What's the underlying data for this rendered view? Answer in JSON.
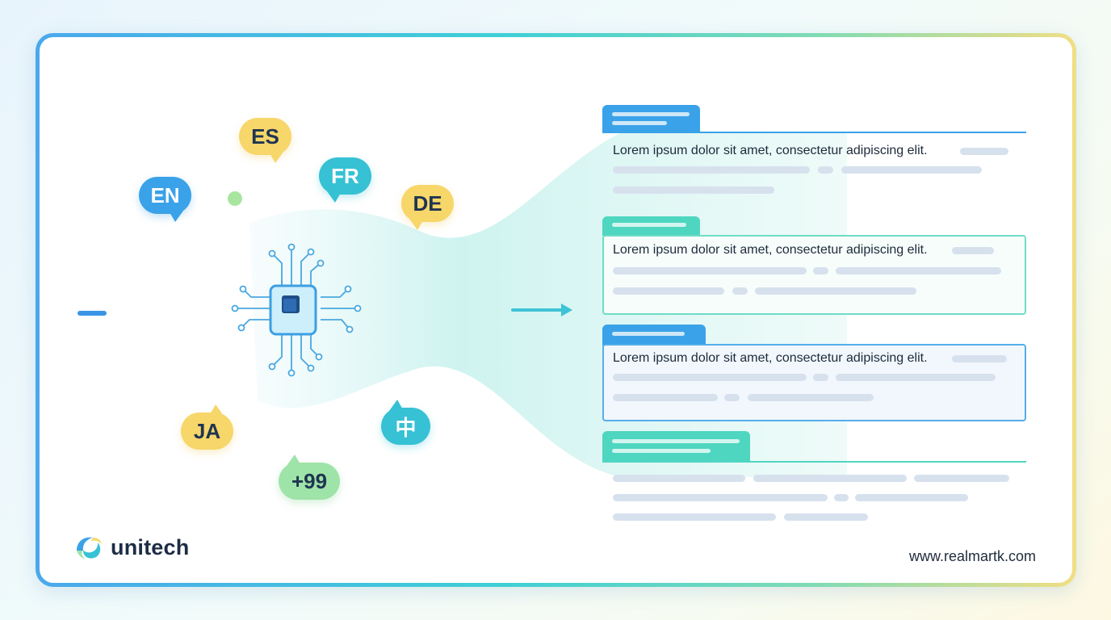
{
  "languages": {
    "en": "EN",
    "es": "ES",
    "fr": "FR",
    "de": "DE",
    "ja": "JA",
    "zh": "中",
    "more": "+99"
  },
  "documents": {
    "doc2_text": "Lorem ipsum dolor sit amet, consectetur adipiscing elit.",
    "doc3_text": "Lorem ipsum dolor sit amet, consectetur adipiscing elit.",
    "doc1_text": "Lorem ipsum dolor sit amet, consectetur adipiscing elit."
  },
  "brand": {
    "name": "unitech",
    "url": "www.realmartk.com"
  },
  "colors": {
    "blue": "#3aa2e8",
    "teal": "#36c1d4",
    "mint": "#4fd6c0",
    "yellow": "#f7d66a",
    "green": "#9ee3a8",
    "navy": "#1d2c44"
  },
  "icons": [
    "audio-waveform-icon",
    "ai-chip-icon",
    "arrow-right-icon",
    "speech-bubble-icon",
    "unitech-logo-icon"
  ]
}
